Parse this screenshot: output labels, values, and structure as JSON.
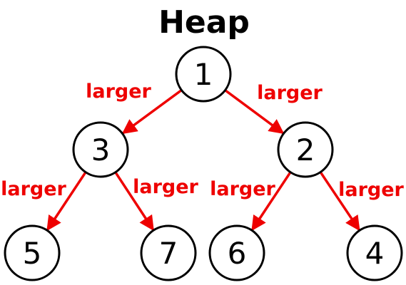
{
  "title": "Heap",
  "colors": {
    "edge": "#ee0000",
    "node_stroke": "#000000",
    "text": "#000000"
  },
  "nodes": [
    {
      "id": "root",
      "label": "1"
    },
    {
      "id": "left",
      "label": "3"
    },
    {
      "id": "right",
      "label": "2"
    },
    {
      "id": "left-left",
      "label": "5"
    },
    {
      "id": "left-right",
      "label": "7"
    },
    {
      "id": "right-left",
      "label": "6"
    },
    {
      "id": "right-right",
      "label": "4"
    }
  ],
  "edges": [
    {
      "from": "root",
      "to": "left",
      "label": "larger"
    },
    {
      "from": "root",
      "to": "right",
      "label": "larger"
    },
    {
      "from": "left",
      "to": "left-left",
      "label": "larger"
    },
    {
      "from": "left",
      "to": "left-right",
      "label": "larger"
    },
    {
      "from": "right",
      "to": "right-left",
      "label": "larger"
    },
    {
      "from": "right",
      "to": "right-right",
      "label": "larger"
    }
  ]
}
